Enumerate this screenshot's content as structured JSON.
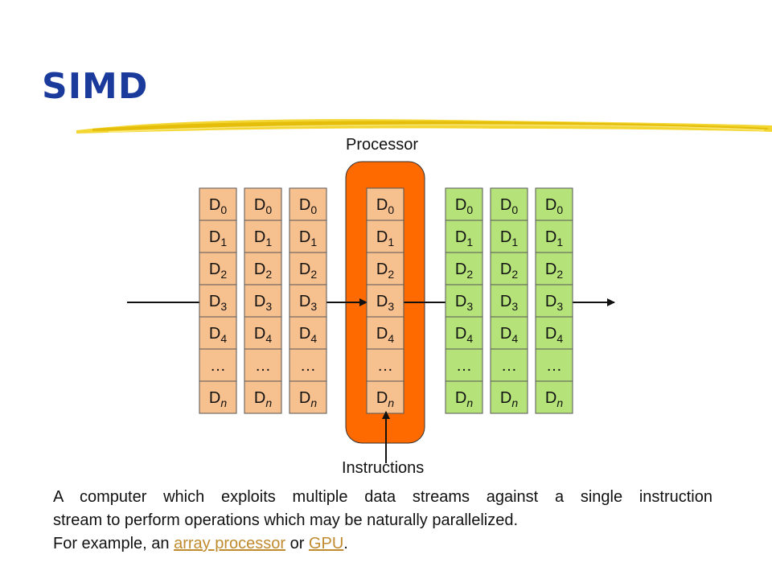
{
  "title": "SIMD",
  "labels": {
    "processor": "Processor",
    "instructions": "Instructions"
  },
  "colors": {
    "title": "#1a3a9c",
    "left_column_fill": "#f7c08f",
    "processor_column_fill": "#f7c08f",
    "right_column_fill": "#b5e37a",
    "processor_box": "#ff6a00",
    "link": "#c08a2e"
  },
  "column_cells": [
    {
      "base": "D",
      "sub": "0"
    },
    {
      "base": "D",
      "sub": "1"
    },
    {
      "base": "D",
      "sub": "2"
    },
    {
      "base": "D",
      "sub": "3"
    },
    {
      "base": "D",
      "sub": "4"
    },
    {
      "base": "…",
      "sub": ""
    },
    {
      "base": "D",
      "sub": "n"
    }
  ],
  "columns": {
    "left_count": 3,
    "processor_count": 1,
    "right_count": 3
  },
  "description": {
    "line1": "A computer which exploits multiple data streams against a single instruction",
    "line2": "stream to perform operations which may be naturally parallelized.",
    "line3_prefix": "For example, an ",
    "link1": "array processor",
    "line3_middle": " or ",
    "link2": "GPU",
    "line3_suffix": "."
  }
}
